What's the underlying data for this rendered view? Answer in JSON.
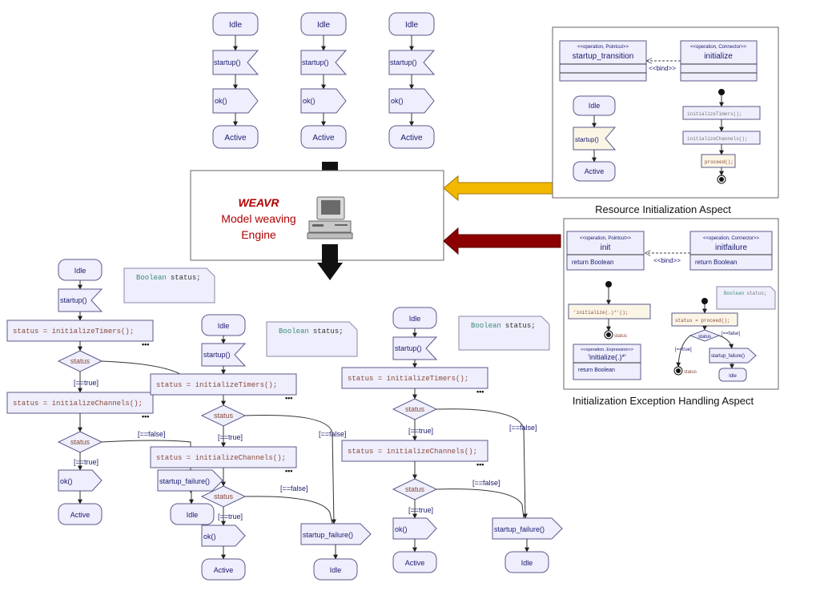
{
  "engine": {
    "title": "WEAVR",
    "line1": "Model weaving",
    "line2": "Engine"
  },
  "colors": {
    "accent": "#b00000",
    "yellow_arrow": "#f2b800",
    "red_arrow": "#8b0000",
    "shape_fill": "#eeeefc"
  },
  "icons": [
    "computer-icon",
    "down-arrow-icon",
    "left-arrow-icon"
  ],
  "top_flow": {
    "idle": "Idle",
    "startup": "startup()",
    "ok": "ok()",
    "active": "Active"
  },
  "aspect1": {
    "caption": "Resource Initialization Aspect",
    "pointcut_stereo": "<<operation, Pointcut>>",
    "pointcut_name": "startup_transition",
    "connector_stereo": "<<operation, Connector>>",
    "connector_name": "initialize",
    "bind": "<<bind>>",
    "mini_idle": "Idle",
    "mini_startup": "startup()",
    "mini_active": "Active",
    "act1": "initializeTimers();",
    "act2": "initializeChannels();",
    "act3": "proceed();"
  },
  "aspect2": {
    "caption": "Initialization Exception Handling Aspect",
    "pointcut_stereo": "<<operation, Pointcut>>",
    "pointcut_name": "init",
    "pointcut_ret": "return Boolean",
    "connector_stereo": "<<operation, Connector>>",
    "connector_name": "initfailure",
    "connector_ret": "return Boolean",
    "bind": "<<bind>>",
    "action": "'initialize(.)*'();",
    "status": "status",
    "expr_stereo": "<<operation, Expression>>",
    "expr_name": "'initialize(.)*'",
    "expr_ret": "return Boolean",
    "note_kw": "Boolean",
    "note_var": "status;",
    "proceed_var": "status",
    "proceed_eq": " = proceed();",
    "guard_false": "[==false]",
    "guard_true": "[==true]",
    "failure": "startup_failure()",
    "idle": "Idle"
  },
  "bottom": {
    "idle": "Idle",
    "startup": "startup()",
    "ok": "ok()",
    "active": "Active",
    "failure": "startup_failure()",
    "status": "status",
    "guard_true": "[==true]",
    "guard_false": "[==false]",
    "var": "status",
    "eq_timers": " = initializeTimers();",
    "eq_channels": " = initializeChannels();",
    "note_kw": "Boolean",
    "note_var": "status;",
    "more": "•••"
  }
}
